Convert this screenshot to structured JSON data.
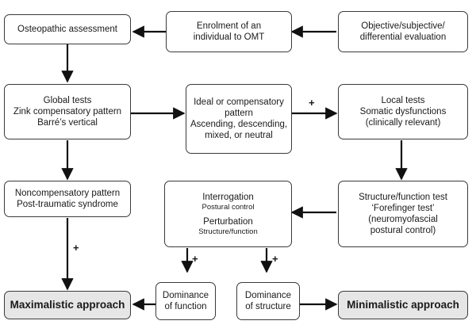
{
  "boxes": {
    "osteopathic_assessment": "Osteopathic assessment",
    "enrolment": [
      "Enrolment of an",
      "individual to OMT"
    ],
    "evaluation": [
      "Objective/subjective/",
      "differential evaluation"
    ],
    "global_tests": [
      "Global tests",
      "Zink compensatory pattern",
      "Barré’s vertical"
    ],
    "ideal_pattern": [
      "Ideal or compensatory",
      "pattern",
      "Ascending, descending,",
      "mixed, or neutral"
    ],
    "local_tests": [
      "Local tests",
      "Somatic dysfunctions",
      "(clinically relevant)"
    ],
    "noncompensatory": [
      "Noncompensatory pattern",
      "Post-traumatic syndrome"
    ],
    "interrogation": {
      "title1": "Interrogation",
      "sub1": "Postural control",
      "title2": "Perturbation",
      "sub2": "Structure/function"
    },
    "structure_function_test": [
      "Structure/function test",
      "‘Forefinger test’",
      "(neuromyofascial",
      "postural control)"
    ],
    "maximalistic": "Maximalistic approach",
    "dominance_function": [
      "Dominance",
      "of function"
    ],
    "dominance_structure": [
      "Dominance",
      "of structure"
    ],
    "minimalistic": "Minimalistic approach"
  },
  "plus_sign": "+"
}
